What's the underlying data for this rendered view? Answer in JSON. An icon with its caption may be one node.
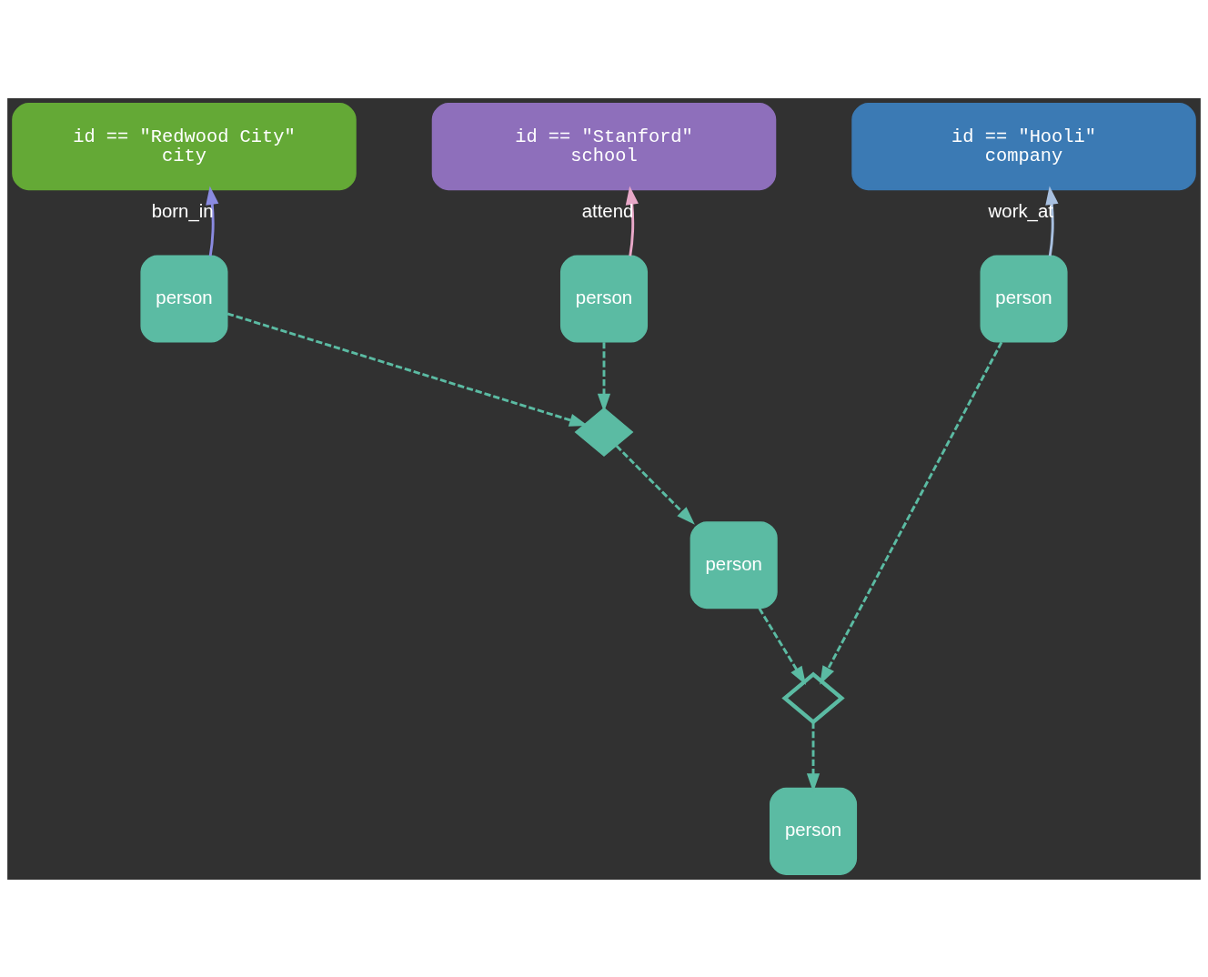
{
  "diagram": {
    "nodes": [
      {
        "text": [
          "id == \"Redwood City\"",
          "city"
        ]
      },
      {
        "text": [
          "id == \"Stanford\"",
          "school"
        ]
      },
      {
        "text": [
          "id == \"Hooli\"",
          "company"
        ]
      },
      {
        "text": [
          "person"
        ]
      },
      {
        "text": [
          "person"
        ]
      },
      {
        "text": [
          "person"
        ]
      },
      {
        "text": [],
        "shape": "diamond"
      },
      {
        "text": [
          "person"
        ]
      },
      {
        "text": [],
        "shape": "diamond"
      },
      {
        "text": [
          "person"
        ]
      }
    ],
    "edges": [
      {
        "from": 3,
        "to": 0,
        "arrow": "to",
        "label": "born_in",
        "color": "#8a8ae0"
      },
      {
        "from": 4,
        "to": 1,
        "arrow": "to",
        "label": "attend",
        "color": "#e8a8c8"
      },
      {
        "from": 5,
        "to": 2,
        "arrow": "to",
        "label": "work_at",
        "color": "#a8c0e0"
      },
      {
        "from": 3,
        "to": 6,
        "arrow": "to",
        "style": "dashed"
      },
      {
        "from": 4,
        "to": 6,
        "arrow": "to",
        "style": "dashed"
      },
      {
        "from": 6,
        "to": 7,
        "arrow": "to",
        "style": "dashed"
      },
      {
        "from": 7,
        "to": 8,
        "arrow": "to",
        "style": "dashed"
      },
      {
        "from": 5,
        "to": 8,
        "arrow": "to",
        "style": "dashed"
      },
      {
        "from": 8,
        "to": 9,
        "arrow": "to",
        "style": "dashed"
      }
    ]
  }
}
